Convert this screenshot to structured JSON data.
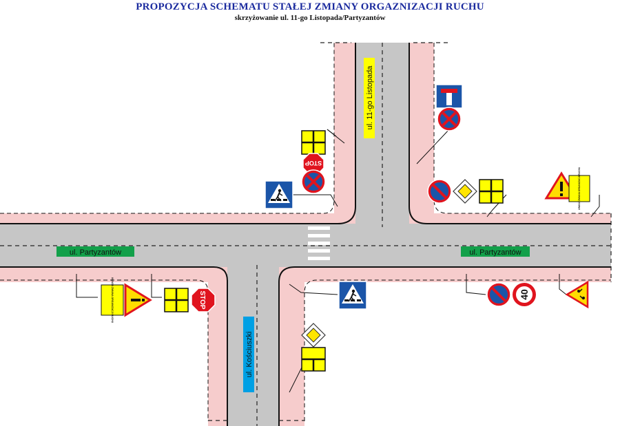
{
  "header": {
    "title": "PROPOZYCJA SCHEMATU STAŁEJ ZMIANY ORGAZNIZACJI RUCHU",
    "subtitle": "skrzyżowanie ul. 11-go Listopada/Partyzantów"
  },
  "streets": {
    "north": "ul. 11-go Listopada",
    "west": "ul. Partyzantów",
    "east": "ul. Partyzantów",
    "south": "ul. Kościuszki"
  },
  "signs": {
    "stop_text": "STOP",
    "speed_limit": "40",
    "warning_plate": "UWAGA ZMIANA ORGANIZACJI RUCHU"
  },
  "colors": {
    "road": "#c6c6c6",
    "sidewalk": "#f6cccc",
    "label_green": "#12a04a",
    "label_yellow": "#ffff00",
    "label_cyan": "#00a0e4",
    "sign_blue": "#1b55a8",
    "sign_red": "#e0141e",
    "sign_yellow": "#ffff00"
  }
}
